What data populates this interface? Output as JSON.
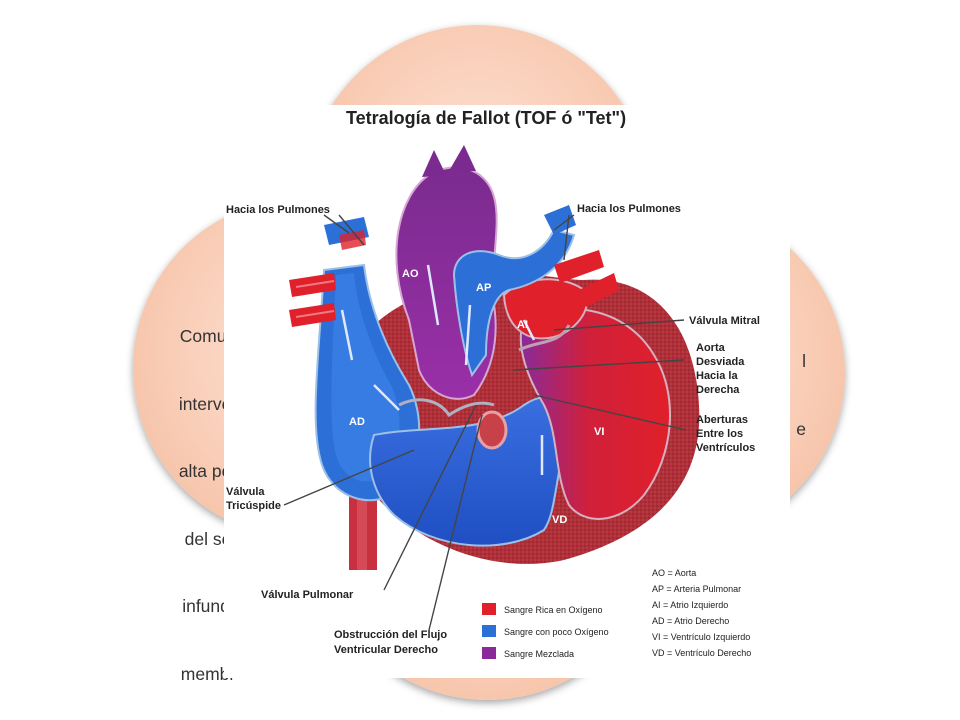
{
  "slide": {
    "left_text_lines": [
      "Comun",
      "interver",
      "alta por",
      "del se",
      "infundi",
      "membr"
    ],
    "right_text_lines": [
      "l",
      "e"
    ]
  },
  "figure": {
    "title": "Tetralogía de Fallot (TOF ó \"Tet\")",
    "labels": {
      "to_lungs_left": "Hacia los Pulmones",
      "to_lungs_right": "Hacia los Pulmones",
      "mitral_valve": "Válvula Mitral",
      "aorta_shift": [
        "Aorta",
        "Desviada",
        "Hacia la",
        "Derecha"
      ],
      "septal_defect": [
        "Aberturas",
        "Entre los",
        "Ventrículos"
      ],
      "tricuspid_valve": [
        "Válvula",
        "Tricúspide"
      ],
      "pulmonary_valve": "Válvula Pulmonar",
      "obstruction": [
        "Obstrucción del Flujo",
        "Ventricular Derecho"
      ]
    },
    "chambers": {
      "ao": "AO",
      "ap": "AP",
      "ai": "AI",
      "ad": "AD",
      "vi": "VI",
      "vd": "VD"
    },
    "blood_legend": [
      {
        "label": "Sangre Rica en Oxígeno",
        "color": "#e0202a"
      },
      {
        "label": "Sangre con poco Oxígeno",
        "color": "#2c6fd6"
      },
      {
        "label": "Sangre Mezclada",
        "color": "#8a2a9a"
      }
    ],
    "abbrev_legend": [
      "AO = Aorta",
      "AP = Arteria Pulmonar",
      "AI = Atrio Izquierdo",
      "AD = Atrio Derecho",
      "VI = Ventrículo Izquierdo",
      "VD = Ventrículo Derecho"
    ]
  }
}
